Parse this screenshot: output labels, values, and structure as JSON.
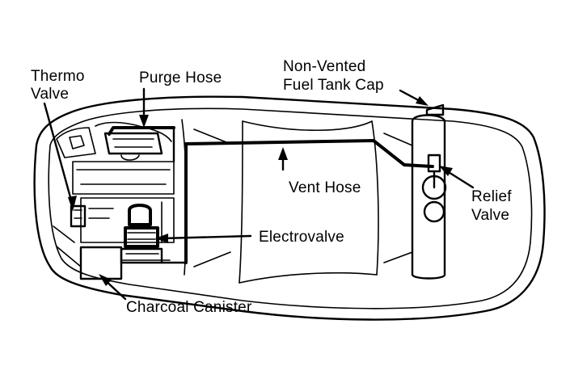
{
  "labels": {
    "thermo_valve_line1": "Thermo",
    "thermo_valve_line2": "Valve",
    "purge_hose": "Purge Hose",
    "fuel_cap_line1": "Non-Vented",
    "fuel_cap_line2": "Fuel Tank Cap",
    "vent_hose": "Vent Hose",
    "relief_valve_line1": "Relief",
    "relief_valve_line2": "Valve",
    "electrovalve": "Electrovalve",
    "charcoal_canister": "Charcoal Canister"
  },
  "colors": {
    "ink": "#000000",
    "paper": "#ffffff"
  }
}
